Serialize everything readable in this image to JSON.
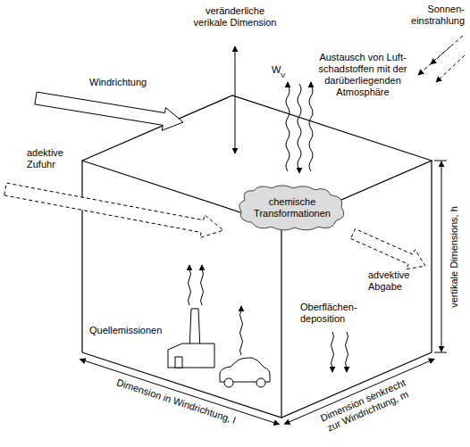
{
  "diagram": {
    "nodes": [
      {
        "text": [
          "chemische Transformationen"
        ]
      }
    ],
    "labels": [
      "Sonnen- einstrahlung",
      "veränderliche verikale Dimension",
      "W",
      "V",
      "Austausch von Luft- schadstoffen mit der darüberliegenden Atmosphäre",
      "Windrichtung",
      "adektive Zufuhr",
      "advektive Abgabe",
      "vertikale Dimensions, h",
      "Quellemissionen",
      "Oberflächen- deposition",
      "Dimension in Windrichtung, l",
      "Dimension senkrecht zur Windrichtung, m"
    ]
  }
}
